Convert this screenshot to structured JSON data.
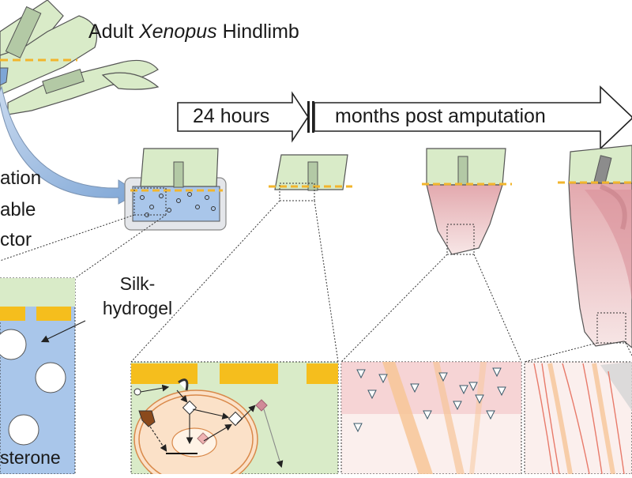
{
  "header": {
    "title_prefix": "Adult ",
    "title_species": "Xenopus",
    "title_suffix": " Hindlimb"
  },
  "timeline": {
    "first_label": "24 hours",
    "second_label": "months post amputation"
  },
  "side_labels": [
    "ation",
    "able",
    "ctor"
  ],
  "silk_label": "Silk-\nhydrogel",
  "steroid_label": "sterone",
  "colors": {
    "limb_green": "#d9ebc8",
    "outline": "#555555",
    "amputation_line": "#f2b52c",
    "hydrogel_blue": "#a9c6ea",
    "tissue_pink": "#e9b6b9",
    "gold_bar": "#f5be1d",
    "curve_blue": "#7ea6d6"
  }
}
